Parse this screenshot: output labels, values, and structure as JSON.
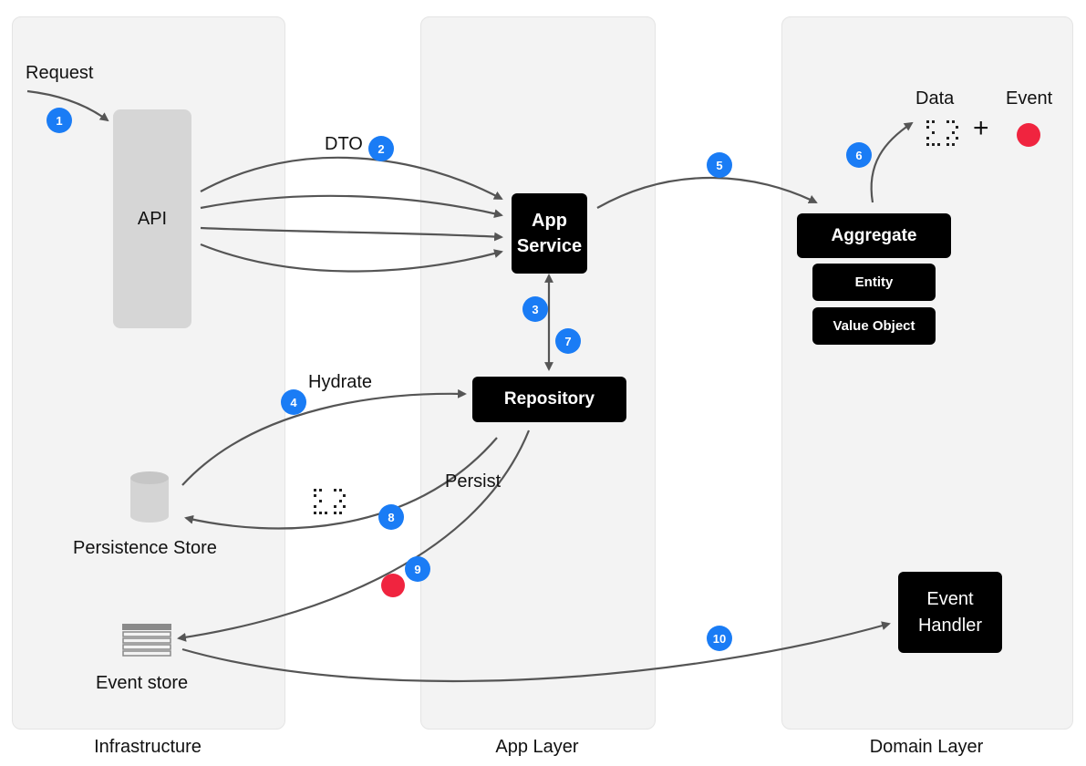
{
  "lanes": {
    "infrastructure": "Infrastructure",
    "app_layer": "App Layer",
    "domain_layer": "Domain Layer"
  },
  "labels": {
    "request": "Request",
    "dto": "DTO",
    "hydrate": "Hydrate",
    "persist": "Persist",
    "data": "Data",
    "event": "Event",
    "plus": "+",
    "persistence_store": "Persistence Store",
    "event_store": "Event store"
  },
  "nodes": {
    "api": "API",
    "app_service_line1": "App",
    "app_service_line2": "Service",
    "repository": "Repository",
    "aggregate": "Aggregate",
    "entity": "Entity",
    "value_object": "Value Object",
    "event_handler_line1": "Event",
    "event_handler_line2": "Handler"
  },
  "steps": [
    "1",
    "2",
    "3",
    "4",
    "5",
    "6",
    "7",
    "8",
    "9",
    "10"
  ],
  "icons": {
    "data": "data-grid-icon",
    "event": "event-dot-icon",
    "persistence": "database-cylinder-icon",
    "event_store": "stacked-log-icon"
  },
  "colors": {
    "badge": "#1a7cf5",
    "event_dot": "#f0243f",
    "box": "#000000",
    "lane": "#f3f3f3",
    "arrow": "#555555"
  }
}
